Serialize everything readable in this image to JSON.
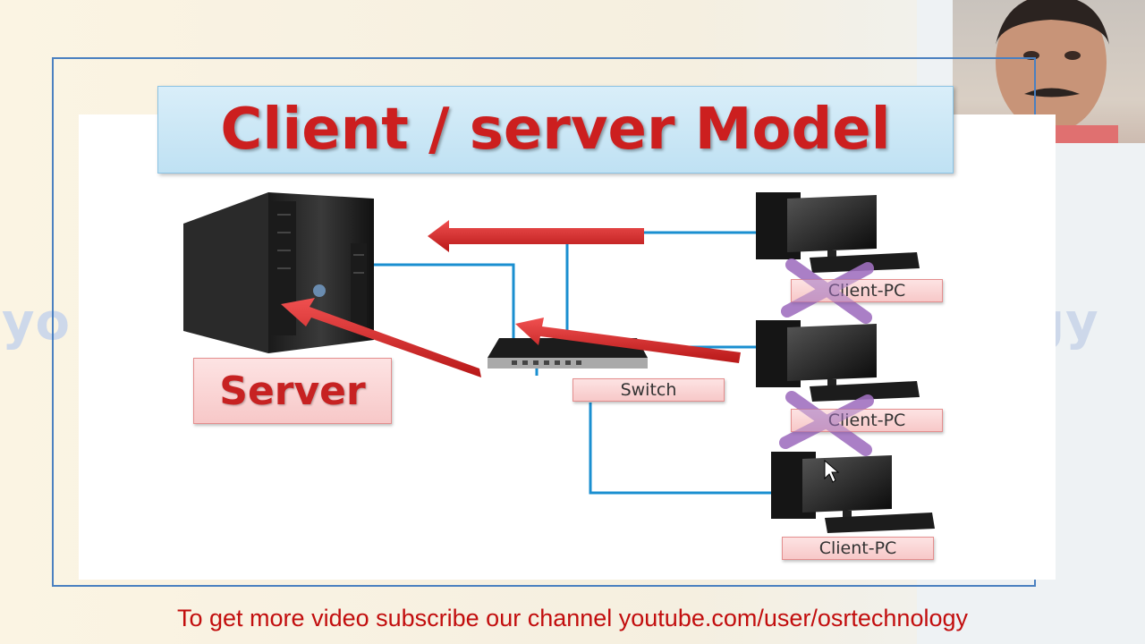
{
  "slide": {
    "title": "Client / server Model",
    "server_label": "Server",
    "switch_label": "Switch",
    "clients": [
      {
        "label": "Client-PC",
        "status": "disconnected"
      },
      {
        "label": "Client-PC",
        "status": "disconnected"
      },
      {
        "label": "Client-PC",
        "status": "connected"
      }
    ]
  },
  "footer": {
    "text": "To get more video subscribe our channel youtube.com/user/osrtechnology"
  },
  "icons": [
    "server-tower-icon",
    "network-switch-icon",
    "desktop-pc-icon",
    "x-mark-icon",
    "arrow-icon",
    "mouse-cursor-icon"
  ],
  "colors": {
    "title_red": "#cc1f1f",
    "arrow_red": "#d42a2a",
    "cable_blue": "#1a8fd0",
    "cross_purple": "#a070c0",
    "frame_blue": "#4a80c0"
  }
}
